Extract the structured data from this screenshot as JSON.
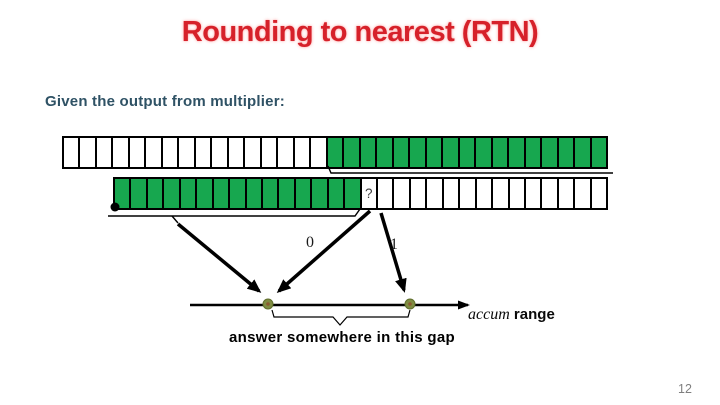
{
  "slide": {
    "title": "Rounding to nearest (RTN)",
    "intro": "Given the output from multiplier:",
    "page_number": "12"
  },
  "colors": {
    "title_red": "#d6212a",
    "intro_teal": "#2f5265",
    "cell_green": "#17a74f",
    "dot_olive": "#7f8c42",
    "dot_olive_dark": "#5f6f2d",
    "dot_center": "#8a5a30",
    "query_gray": "#3f3f3f",
    "page_gray": "#7f7f7f"
  },
  "diagram": {
    "multiplier_row": {
      "segments": [
        {
          "type": "white",
          "count": 16
        },
        {
          "type": "green",
          "count": 17
        }
      ]
    },
    "accum_row": {
      "segments": [
        {
          "type": "green",
          "count": 15
        },
        {
          "type": "query",
          "count": 1,
          "label": "?"
        },
        {
          "type": "white",
          "count": 14
        }
      ]
    },
    "round_bit_labels": {
      "down": "0",
      "up": "1"
    },
    "gap_note": "answer somewhere in this gap",
    "range_label": {
      "italic": "accum",
      "rest": " range"
    }
  }
}
